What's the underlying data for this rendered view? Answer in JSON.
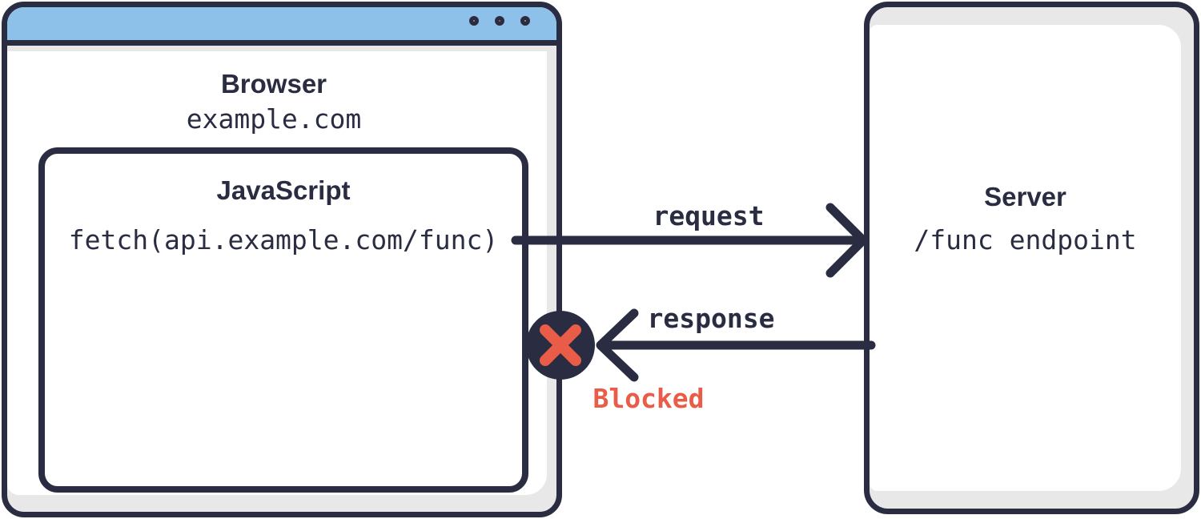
{
  "colors": {
    "ink": "#2a2d42",
    "titlebar_blue": "#8dc1e9",
    "bezel_gray": "#e8e8e9",
    "accent_orange": "#e95c47",
    "dot_purple": "#8b92c9",
    "dot_red": "#e25540",
    "dot_green": "#7cbb4b"
  },
  "browser": {
    "name": "Browser",
    "domain": "example.com",
    "window_dots": [
      "purple",
      "red",
      "green"
    ],
    "javascript": {
      "title": "JavaScript",
      "code": "fetch(api.example.com/func)"
    }
  },
  "server": {
    "name": "Server",
    "endpoint": "/func endpoint"
  },
  "flow": {
    "request": {
      "label": "request",
      "direction": "browser-to-server"
    },
    "response": {
      "label": "response",
      "direction": "server-to-browser",
      "status": "Blocked"
    }
  }
}
